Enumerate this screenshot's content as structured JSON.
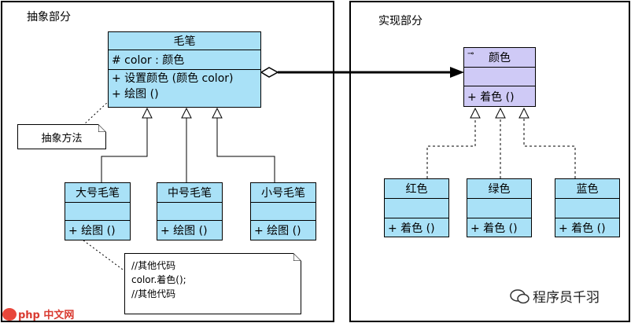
{
  "left_panel": {
    "title": "抽象部分",
    "abstraction": {
      "name": "毛笔",
      "attribute": "# color : 颜色",
      "operations": [
        "+ 设置颜色 (颜色 color)",
        "+ 绘图 ()"
      ]
    },
    "note_abstract_method": "抽象方法",
    "subclasses": [
      {
        "name": "大号毛笔",
        "operation": "+ 绘图 ()"
      },
      {
        "name": "中号毛笔",
        "operation": "+ 绘图 ()"
      },
      {
        "name": "小号毛笔",
        "operation": "+ 绘图 ()"
      }
    ],
    "code_note": [
      "//其他代码",
      "color.着色();",
      "//其他代码"
    ]
  },
  "right_panel": {
    "title": "实现部分",
    "interface": {
      "name": "颜色",
      "operation": "+ 着色 ()"
    },
    "implementations": [
      {
        "name": "红色",
        "operation": "+ 着色 ()"
      },
      {
        "name": "绿色",
        "operation": "+ 着色 ()"
      },
      {
        "name": "蓝色",
        "operation": "+ 着色 ()"
      }
    ]
  },
  "watermarks": {
    "left": "php 中文网",
    "right": "程序员千羽"
  }
}
